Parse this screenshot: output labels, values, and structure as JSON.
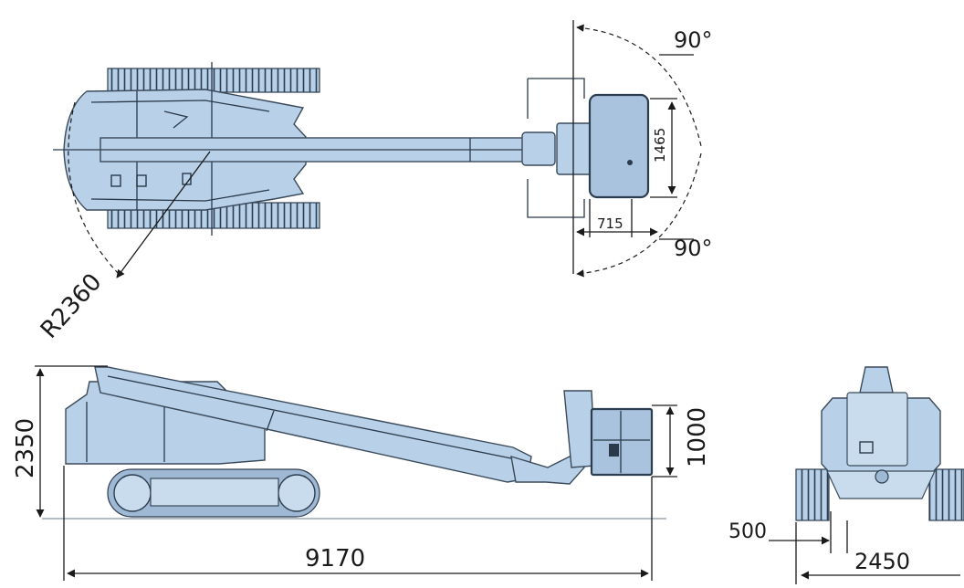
{
  "dimensions": {
    "swing_angle_upper": "90°",
    "swing_angle_lower": "90°",
    "platform_width": "1465",
    "platform_depth": "715",
    "tail_swing_radius": "R2360",
    "stowed_height": "2350",
    "platform_rail_height": "1000",
    "overall_length": "9170",
    "track_offset": "500",
    "overall_width": "2450"
  },
  "colors": {
    "machine_fill": "#b8d0e8",
    "outline": "#2d3d50",
    "dimension_ink": "#1a1a1a"
  }
}
